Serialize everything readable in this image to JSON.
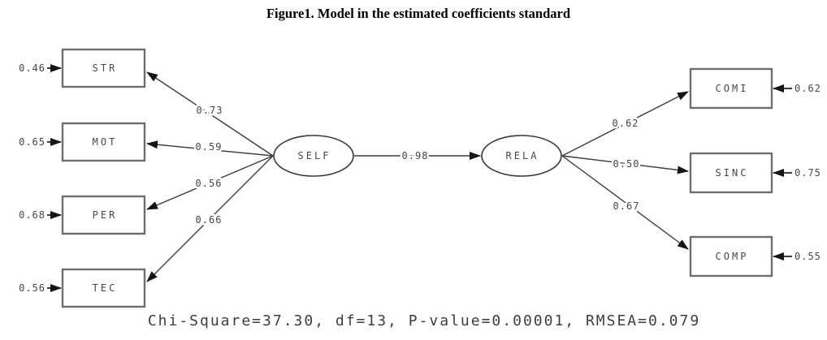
{
  "figure": {
    "title": "Figure1. Model in the estimated coefficients standard",
    "fit_statistics": "Chi-Square=37.30, df=13, P-value=0.00001, RMSEA=0.079"
  },
  "model": {
    "type": "structural-equation-path-diagram",
    "latent": {
      "exogenous": {
        "label": "SELF"
      },
      "endogenous": {
        "label": "RELA"
      },
      "structural_path": {
        "from": "SELF",
        "to": "RELA",
        "coefficient": "0.98"
      }
    },
    "self_indicators": [
      {
        "label": "STR",
        "error": "0.46",
        "loading": "0.73"
      },
      {
        "label": "MOT",
        "error": "0.65",
        "loading": "0.59"
      },
      {
        "label": "PER",
        "error": "0.68",
        "loading": "0.56"
      },
      {
        "label": "TEC",
        "error": "0.56",
        "loading": "0.66"
      }
    ],
    "rela_indicators": [
      {
        "label": "COMI",
        "error": "0.62",
        "loading": "0.62"
      },
      {
        "label": "SINC",
        "error": "0.75",
        "loading": "0.50"
      },
      {
        "label": "COMP",
        "error": "0.55",
        "loading": "0.67"
      }
    ]
  }
}
